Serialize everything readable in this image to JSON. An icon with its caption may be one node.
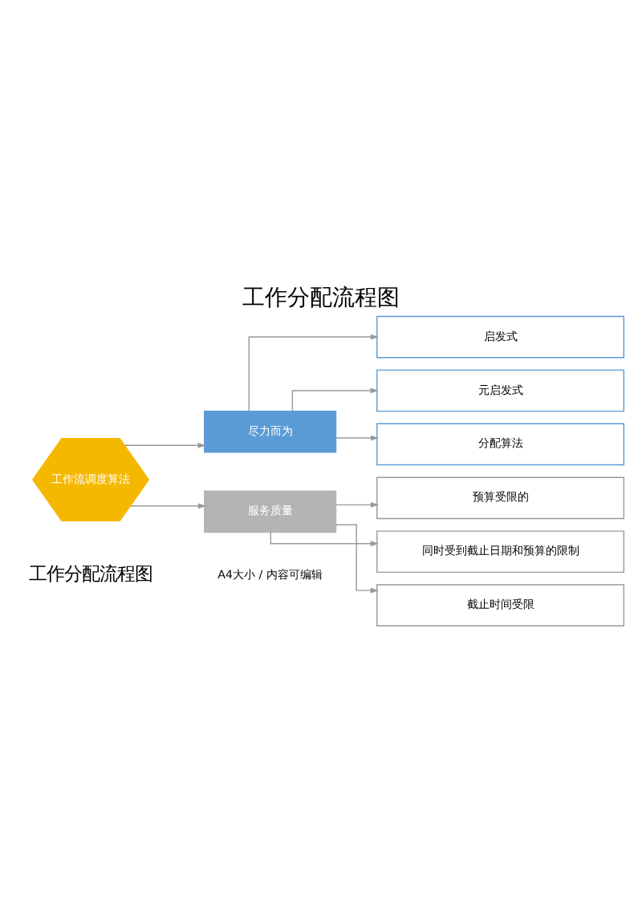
{
  "diagram": {
    "title": "工作分配流程图",
    "nodes": [
      {
        "text": [
          "工作流调度算法"
        ]
      },
      {
        "text": [
          "尽力而为"
        ]
      },
      {
        "text": [
          "服务质量"
        ]
      },
      {
        "text": [
          "启发式"
        ]
      },
      {
        "text": [
          "元启发式"
        ]
      },
      {
        "text": [
          "分配算法"
        ]
      },
      {
        "text": [
          "预算受限的"
        ]
      },
      {
        "text": [
          "同时受到截止日期和预算的限制"
        ]
      },
      {
        "text": [
          "截止时间受限"
        ]
      }
    ],
    "edges": [
      {
        "from": 0,
        "to": 1,
        "arrow": "to"
      },
      {
        "from": 0,
        "to": 2,
        "arrow": "to"
      },
      {
        "from": 1,
        "to": 3,
        "arrow": "to"
      },
      {
        "from": 1,
        "to": 4,
        "arrow": "to"
      },
      {
        "from": 1,
        "to": 5,
        "arrow": "to"
      },
      {
        "from": 2,
        "to": 6,
        "arrow": "to"
      },
      {
        "from": 2,
        "to": 7,
        "arrow": "to"
      },
      {
        "from": 2,
        "to": 8,
        "arrow": "to"
      }
    ],
    "labels": [
      "工作分配流程图",
      "A4大小 / 内容可编辑"
    ]
  }
}
